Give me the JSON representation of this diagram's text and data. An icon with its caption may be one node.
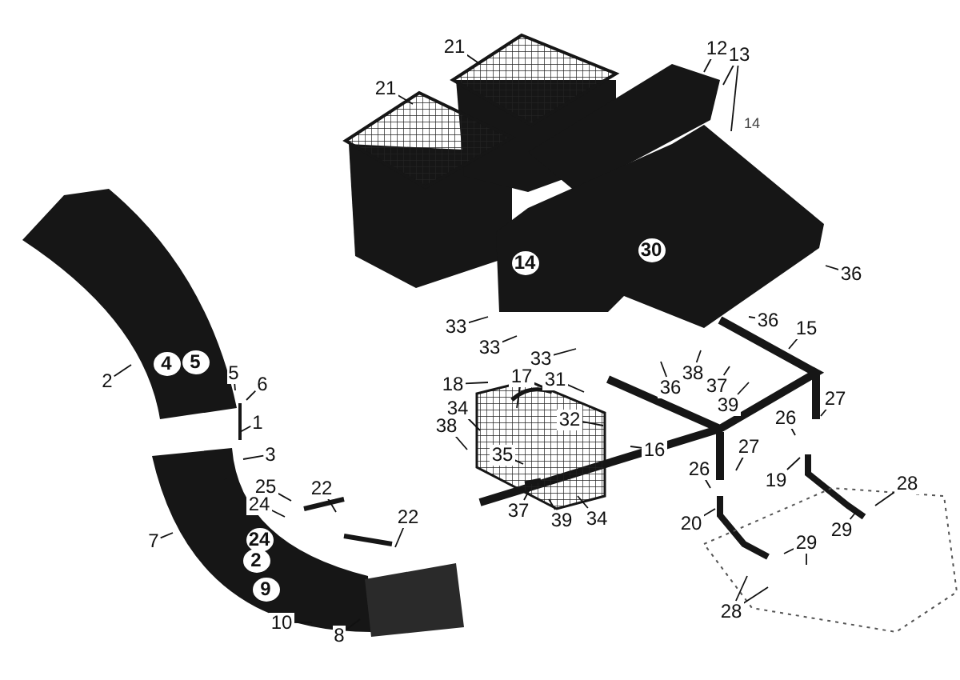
{
  "diagram": {
    "nodes": [
      {
        "text": [
          "21"
        ]
      },
      {
        "text": [
          "12"
        ]
      },
      {
        "text": [
          "13"
        ]
      },
      {
        "text": [
          "21"
        ]
      },
      {
        "text": [
          "36"
        ]
      },
      {
        "text": [
          "33"
        ]
      },
      {
        "text": [
          "36"
        ]
      },
      {
        "text": [
          "15"
        ]
      },
      {
        "text": [
          "33"
        ]
      },
      {
        "text": [
          "33"
        ]
      },
      {
        "text": [
          "2"
        ]
      },
      {
        "text": [
          "5"
        ]
      },
      {
        "text": [
          "6"
        ]
      },
      {
        "text": [
          "17"
        ]
      },
      {
        "text": [
          "31"
        ]
      },
      {
        "text": [
          "18"
        ]
      },
      {
        "text": [
          "38"
        ]
      },
      {
        "text": [
          "36"
        ]
      },
      {
        "text": [
          "37"
        ]
      },
      {
        "text": [
          "27"
        ]
      },
      {
        "text": [
          "34"
        ]
      },
      {
        "text": [
          "39"
        ]
      },
      {
        "text": [
          "32"
        ]
      },
      {
        "text": [
          "26"
        ]
      },
      {
        "text": [
          "1"
        ]
      },
      {
        "text": [
          "38"
        ]
      },
      {
        "text": [
          "27"
        ]
      },
      {
        "text": [
          "16"
        ]
      },
      {
        "text": [
          "3"
        ]
      },
      {
        "text": [
          "35"
        ]
      },
      {
        "text": [
          "26"
        ]
      },
      {
        "text": [
          "19"
        ]
      },
      {
        "text": [
          "28"
        ]
      },
      {
        "text": [
          "25"
        ]
      },
      {
        "text": [
          "22"
        ]
      },
      {
        "text": [
          "24"
        ]
      },
      {
        "text": [
          "37"
        ]
      },
      {
        "text": [
          "22"
        ]
      },
      {
        "text": [
          "34"
        ]
      },
      {
        "text": [
          "39"
        ]
      },
      {
        "text": [
          "20"
        ]
      },
      {
        "text": [
          "29"
        ]
      },
      {
        "text": [
          "7"
        ]
      },
      {
        "text": [
          "29"
        ]
      },
      {
        "text": [
          "28"
        ]
      },
      {
        "text": [
          "10"
        ]
      },
      {
        "text": [
          "8"
        ]
      }
    ],
    "edges": [
      {
        "from": 0,
        "to": null,
        "arrow": "none"
      },
      {
        "from": 1,
        "to": null,
        "arrow": "none"
      },
      {
        "from": 2,
        "to": null,
        "arrow": "none"
      },
      {
        "from": 3,
        "to": null,
        "arrow": "none"
      },
      {
        "from": 4,
        "to": null,
        "arrow": "none"
      },
      {
        "from": 5,
        "to": null,
        "arrow": "none"
      },
      {
        "from": 6,
        "to": null,
        "arrow": "none"
      },
      {
        "from": 7,
        "to": null,
        "arrow": "none"
      },
      {
        "from": 8,
        "to": null,
        "arrow": "none"
      },
      {
        "from": 9,
        "to": null,
        "arrow": "none"
      },
      {
        "from": 10,
        "to": null,
        "arrow": "none"
      },
      {
        "from": 11,
        "to": null,
        "arrow": "none"
      },
      {
        "from": 12,
        "to": null,
        "arrow": "none"
      },
      {
        "from": 13,
        "to": null,
        "arrow": "none"
      },
      {
        "from": 14,
        "to": null,
        "arrow": "none"
      },
      {
        "from": 15,
        "to": null,
        "arrow": "none"
      },
      {
        "from": 16,
        "to": null,
        "arrow": "none"
      },
      {
        "from": 17,
        "to": null,
        "arrow": "none"
      },
      {
        "from": 18,
        "to": null,
        "arrow": "none"
      },
      {
        "from": 19,
        "to": null,
        "arrow": "none"
      },
      {
        "from": 20,
        "to": null,
        "arrow": "none"
      },
      {
        "from": 21,
        "to": null,
        "arrow": "none"
      },
      {
        "from": 22,
        "to": null,
        "arrow": "none"
      },
      {
        "from": 23,
        "to": null,
        "arrow": "none"
      },
      {
        "from": 24,
        "to": null,
        "arrow": "none"
      },
      {
        "from": 25,
        "to": null,
        "arrow": "none"
      },
      {
        "from": 26,
        "to": null,
        "arrow": "none"
      },
      {
        "from": 27,
        "to": null,
        "arrow": "none"
      },
      {
        "from": 28,
        "to": null,
        "arrow": "none"
      },
      {
        "from": 29,
        "to": null,
        "arrow": "none"
      },
      {
        "from": 30,
        "to": null,
        "arrow": "none"
      },
      {
        "from": 31,
        "to": null,
        "arrow": "none"
      },
      {
        "from": 32,
        "to": null,
        "arrow": "none"
      },
      {
        "from": 33,
        "to": null,
        "arrow": "none"
      },
      {
        "from": 34,
        "to": null,
        "arrow": "none"
      },
      {
        "from": 35,
        "to": null,
        "arrow": "none"
      },
      {
        "from": 36,
        "to": null,
        "arrow": "none"
      },
      {
        "from": 37,
        "to": null,
        "arrow": "none"
      },
      {
        "from": 38,
        "to": null,
        "arrow": "none"
      },
      {
        "from": 39,
        "to": null,
        "arrow": "none"
      },
      {
        "from": 40,
        "to": null,
        "arrow": "none"
      },
      {
        "from": 41,
        "to": null,
        "arrow": "none"
      },
      {
        "from": 42,
        "to": null,
        "arrow": "none"
      },
      {
        "from": 43,
        "to": null,
        "arrow": "none"
      },
      {
        "from": 44,
        "to": null,
        "arrow": "none"
      },
      {
        "from": 45,
        "to": null,
        "arrow": "none"
      },
      {
        "from": 46,
        "to": null,
        "arrow": "none"
      },
      {
        "from": 43,
        "to": null,
        "arrow": "none"
      },
      {
        "from": 44,
        "to": null,
        "arrow": "none"
      },
      {
        "from": 2,
        "to": null,
        "arrow": "none"
      }
    ],
    "labels": [
      "14",
      "30",
      "14",
      "4",
      "5",
      "24",
      "2",
      "9"
    ]
  }
}
